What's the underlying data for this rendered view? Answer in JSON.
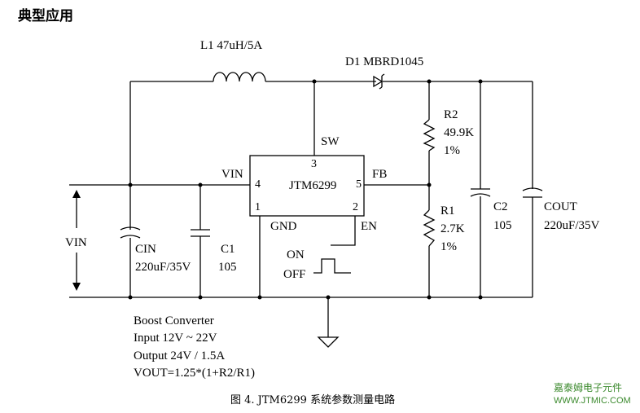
{
  "section_title": "典型应用",
  "components": {
    "inductor": "L1 47uH/5A",
    "diode": "D1 MBRD1045",
    "ic": "JTM6299",
    "r2": {
      "name": "R2",
      "value": "49.9K",
      "tolerance": "1%"
    },
    "r1": {
      "name": "R1",
      "value": "2.7K",
      "tolerance": "1%"
    },
    "c2": {
      "name": "C2",
      "value": "105"
    },
    "cout": {
      "name": "COUT",
      "value": "220uF/35V"
    },
    "cin": {
      "name": "CIN",
      "value": "220uF/35V"
    },
    "c1": {
      "name": "C1",
      "value": "105"
    }
  },
  "pins": {
    "sw": "SW",
    "sw_num": "3",
    "vin": "VIN",
    "vin_num": "4",
    "fb": "FB",
    "fb_num": "5",
    "gnd_num": "1",
    "en_num": "2",
    "gnd": "GND",
    "en": "EN"
  },
  "input_label": "VIN",
  "switch": {
    "on": "ON",
    "off": "OFF"
  },
  "notes": [
    "Boost Converter",
    "Input 12V ~ 22V",
    "Output 24V / 1.5A",
    "VOUT=1.25*(1+R2/R1)"
  ],
  "caption": "图 4. JTM6299  系统参数测量电路",
  "watermark": {
    "line1": "嘉泰姆电子元件",
    "line2": "WWW.JTMIC.COM"
  }
}
